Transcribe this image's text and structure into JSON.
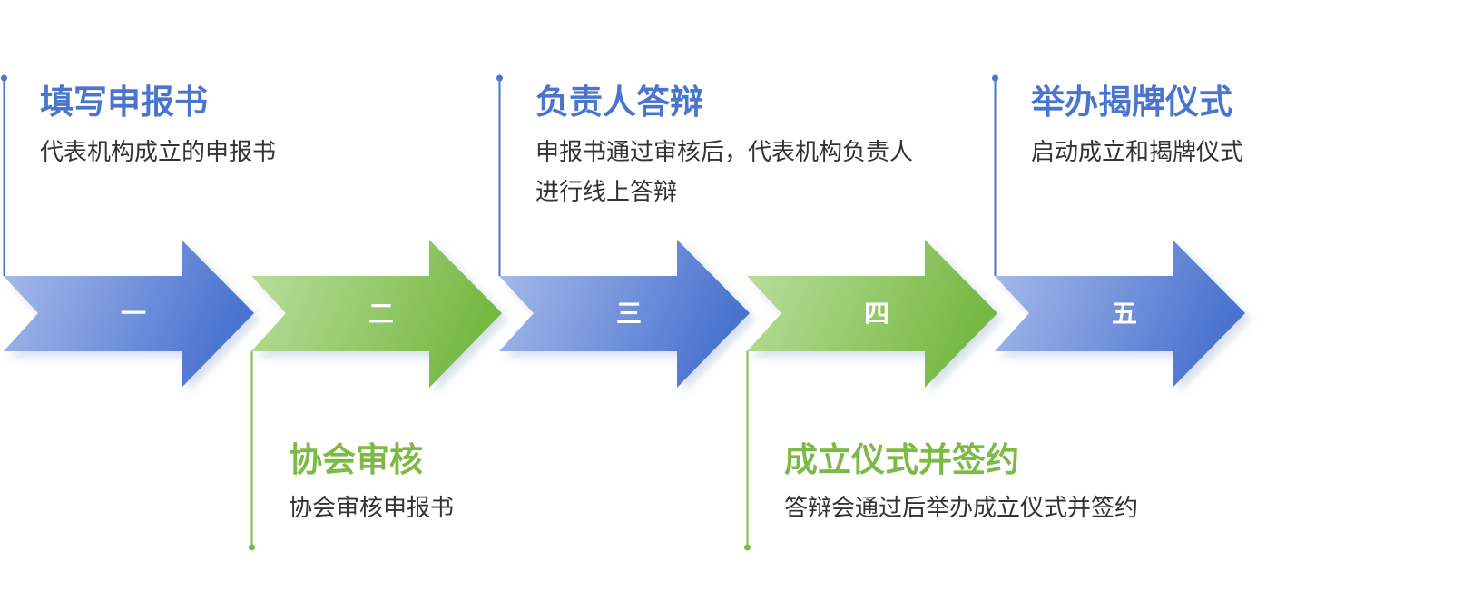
{
  "colors": {
    "blue": "#4a75cf",
    "blue_light": "#a8bdec",
    "green": "#7dba45",
    "green_light": "#b9de9b",
    "text": "#333333"
  },
  "steps": [
    {
      "number": "一",
      "title": "填写申报书",
      "description": "代表机构成立的申报书",
      "color": "blue"
    },
    {
      "number": "二",
      "title": "协会审核",
      "description": "协会审核申报书",
      "color": "green"
    },
    {
      "number": "三",
      "title": "负责人答辩",
      "description": "申报书通过审核后，代表机构负责人进行线上答辩",
      "color": "blue"
    },
    {
      "number": "四",
      "title": "成立仪式并签约",
      "description": "答辩会通过后举办成立仪式并签约",
      "color": "green"
    },
    {
      "number": "五",
      "title": "举办揭牌仪式",
      "description": "启动成立和揭牌仪式",
      "color": "blue"
    }
  ]
}
